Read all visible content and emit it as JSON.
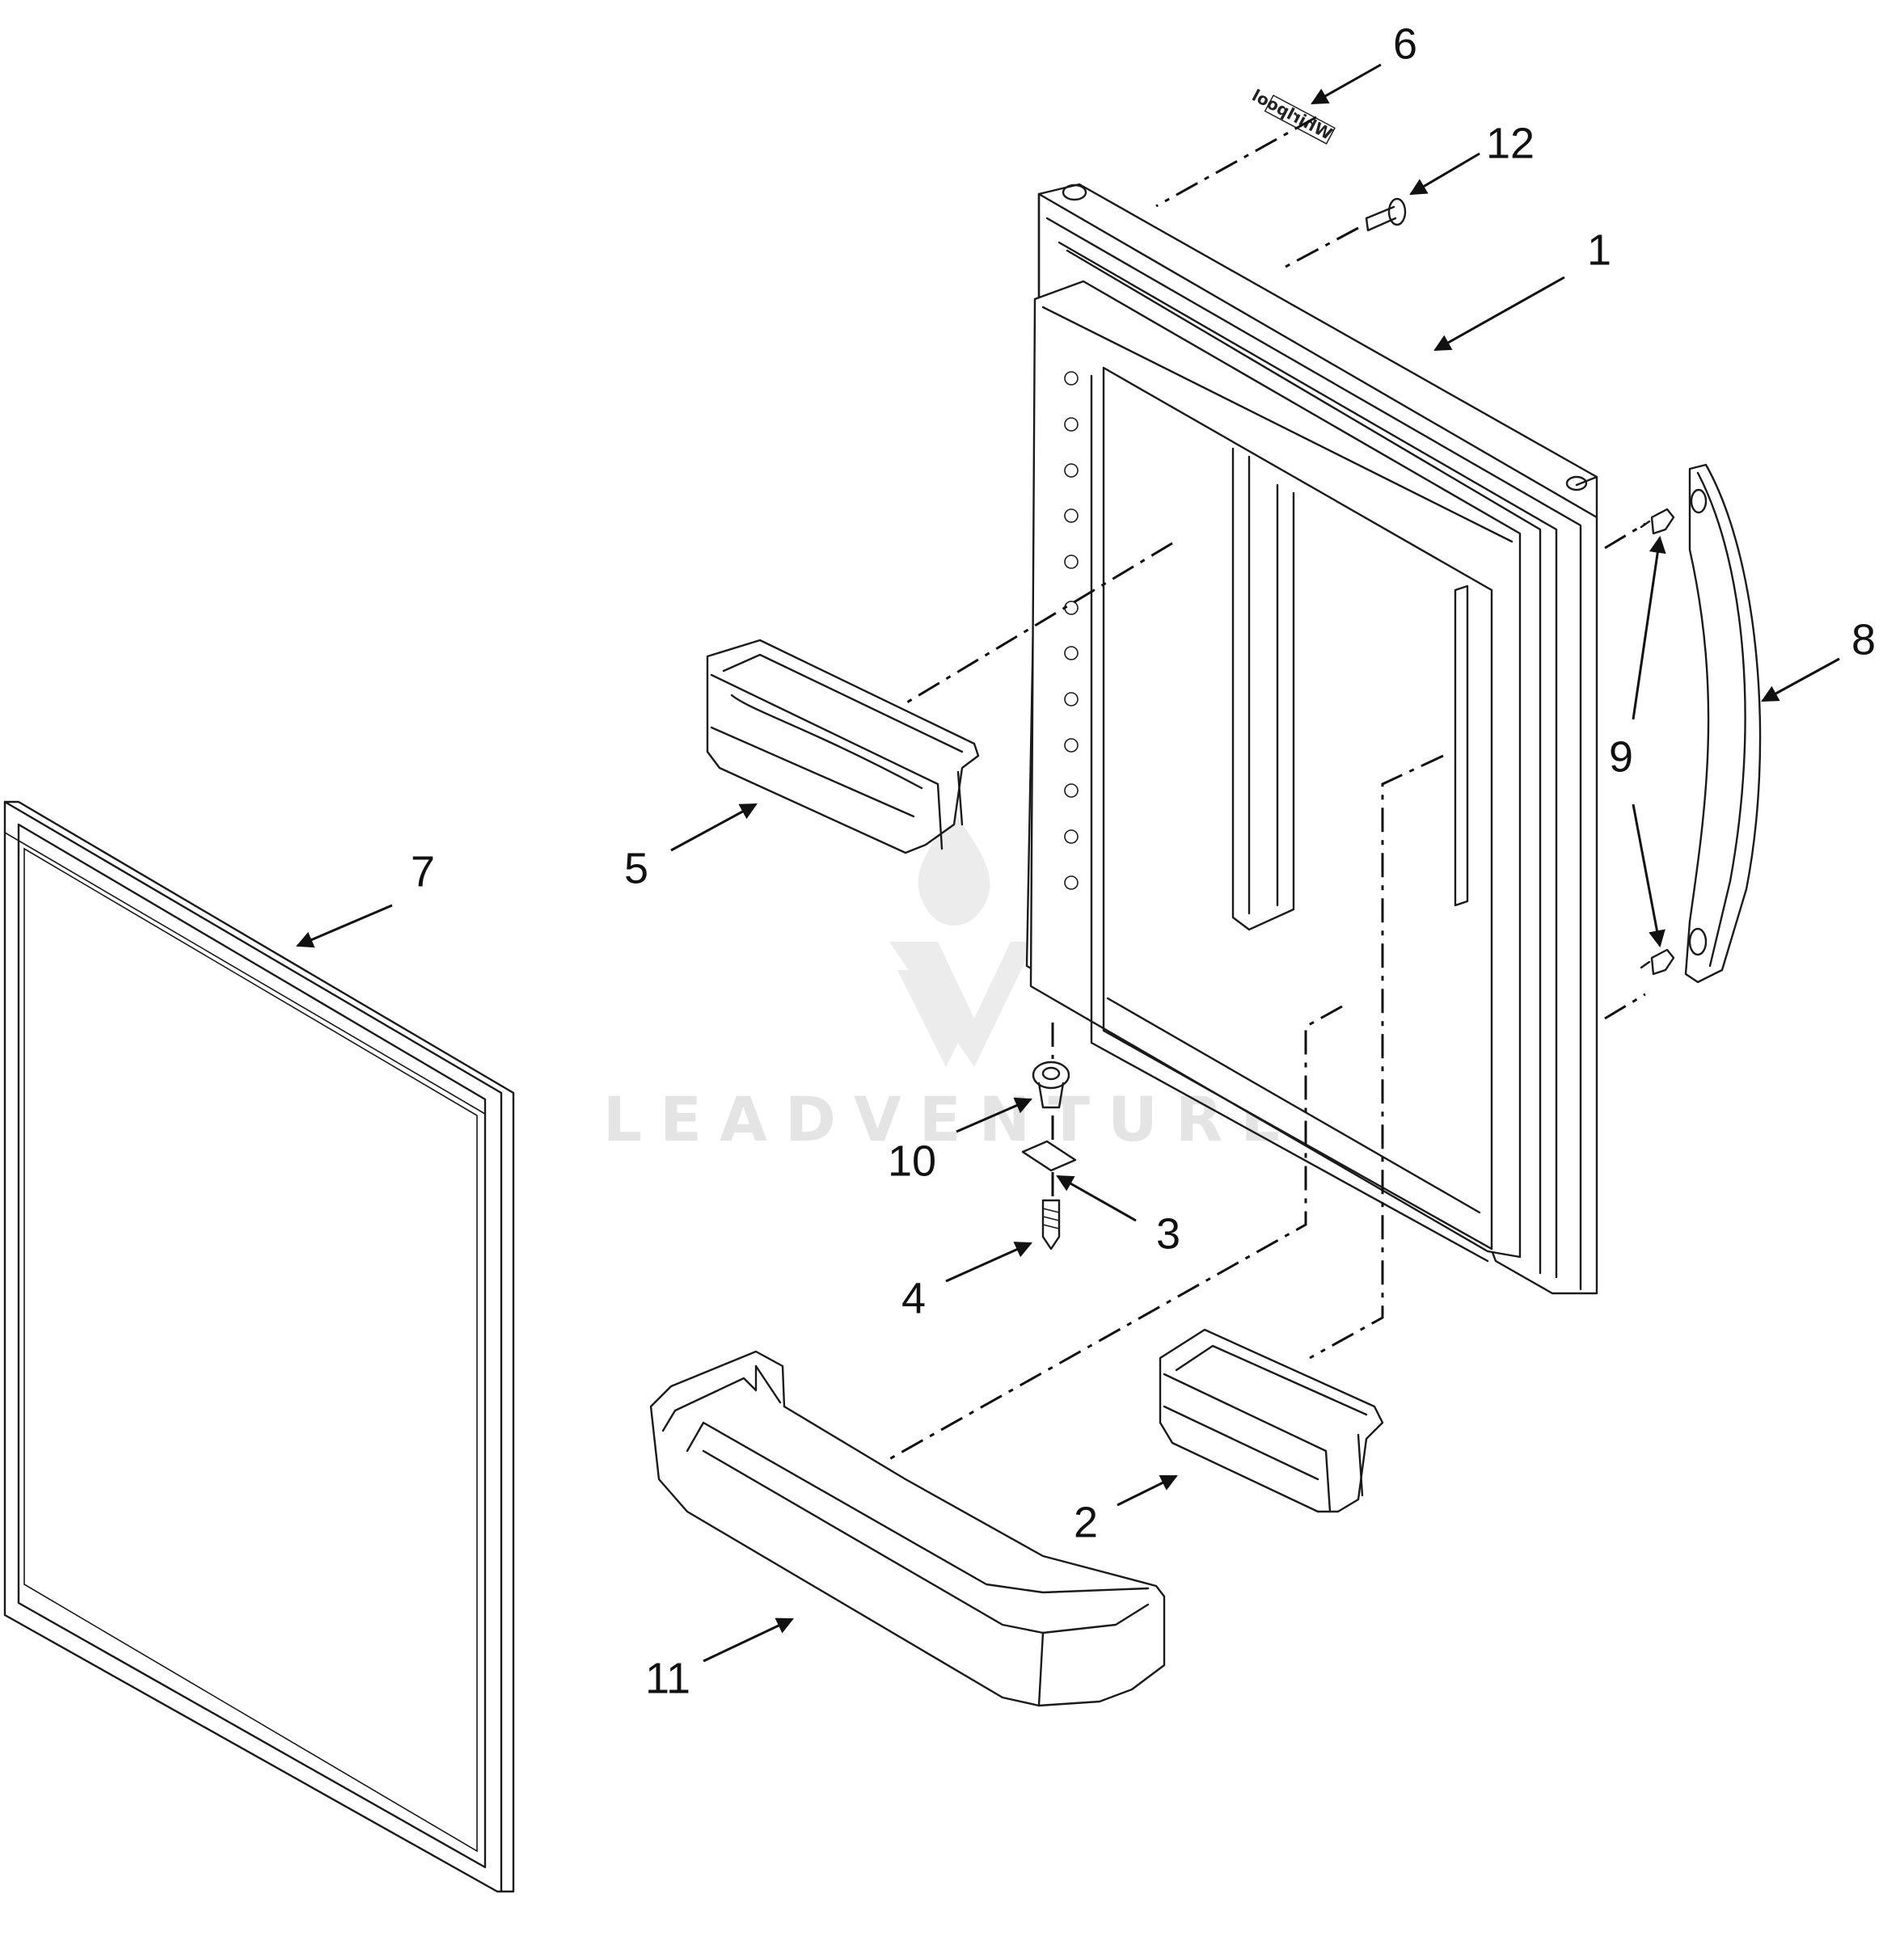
{
  "diagram": {
    "watermark": "LEADVENTURE",
    "badge_text": "Whirlpool",
    "callouts": [
      {
        "id": "1",
        "label": "1"
      },
      {
        "id": "2",
        "label": "2"
      },
      {
        "id": "3",
        "label": "3"
      },
      {
        "id": "4",
        "label": "4"
      },
      {
        "id": "5",
        "label": "5"
      },
      {
        "id": "6",
        "label": "6"
      },
      {
        "id": "7",
        "label": "7"
      },
      {
        "id": "8",
        "label": "8"
      },
      {
        "id": "9",
        "label": "9"
      },
      {
        "id": "10",
        "label": "10"
      },
      {
        "id": "11",
        "label": "11"
      },
      {
        "id": "12",
        "label": "12"
      }
    ]
  }
}
